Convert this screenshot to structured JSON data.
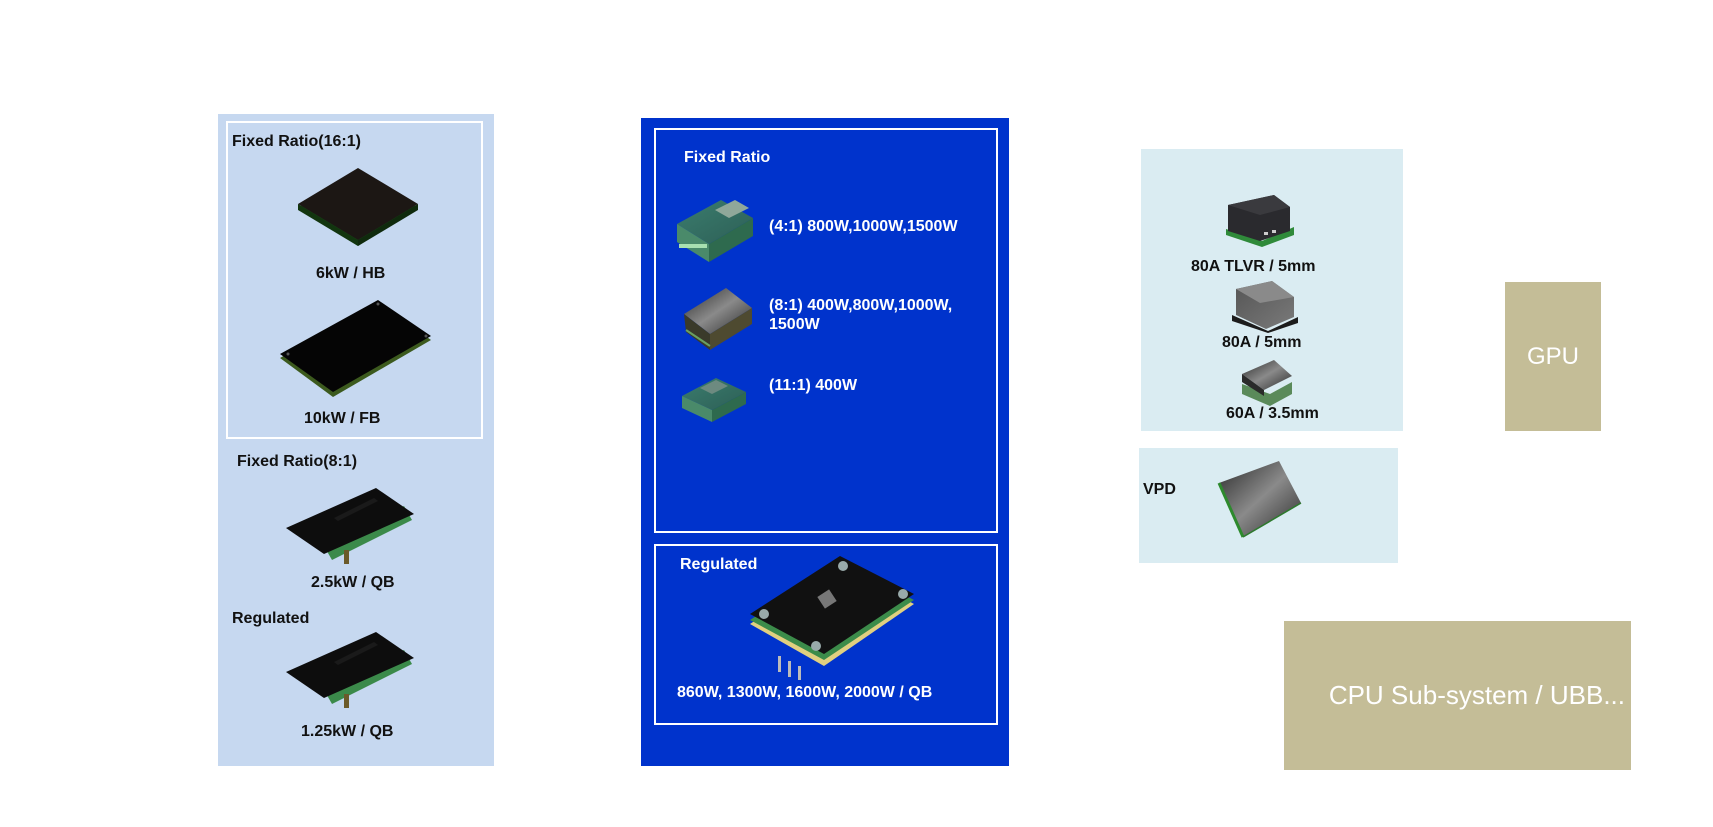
{
  "panels": {
    "left": {
      "groups": [
        {
          "title": "Fixed Ratio(16:1)",
          "items": [
            {
              "label": "6kW / HB",
              "icon": "power-module-icon"
            },
            {
              "label": "10kW / FB",
              "icon": "power-module-icon"
            }
          ]
        },
        {
          "title": "Fixed Ratio(8:1)",
          "items": [
            {
              "label": "2.5kW / QB",
              "icon": "power-module-icon"
            }
          ]
        },
        {
          "title": "Regulated",
          "items": [
            {
              "label": "1.25kW / QB",
              "icon": "power-module-icon"
            }
          ]
        }
      ]
    },
    "center": {
      "groups": [
        {
          "title": "Fixed Ratio",
          "items": [
            {
              "label": "(4:1)  800W,1000W,1500W",
              "icon": "power-module-icon"
            },
            {
              "label_line1": "(8:1) 400W,800W,1000W,",
              "label_line2": "1500W",
              "icon": "power-module-icon"
            },
            {
              "label": "(11:1) 400W",
              "icon": "power-module-icon"
            }
          ]
        },
        {
          "title": "Regulated",
          "items": [
            {
              "label": "860W, 1300W, 1600W, 2000W / QB",
              "icon": "power-module-icon"
            }
          ]
        }
      ]
    },
    "right": {
      "items": [
        {
          "label": "80A TLVR / 5mm",
          "icon": "power-stage-icon"
        },
        {
          "label": "80A / 5mm",
          "icon": "power-stage-icon"
        },
        {
          "label": "60A / 3.5mm",
          "icon": "power-stage-icon"
        }
      ],
      "vpd": {
        "label": "VPD",
        "icon": "vpd-module-icon"
      }
    },
    "targets": {
      "gpu": "GPU",
      "cpu": "CPU Sub-system / UBB..."
    }
  },
  "colors": {
    "left_panel": "#c6d8f0",
    "center_panel": "#0033cc",
    "right_panel": "#daecf2",
    "target_block": "#c4bd97"
  }
}
